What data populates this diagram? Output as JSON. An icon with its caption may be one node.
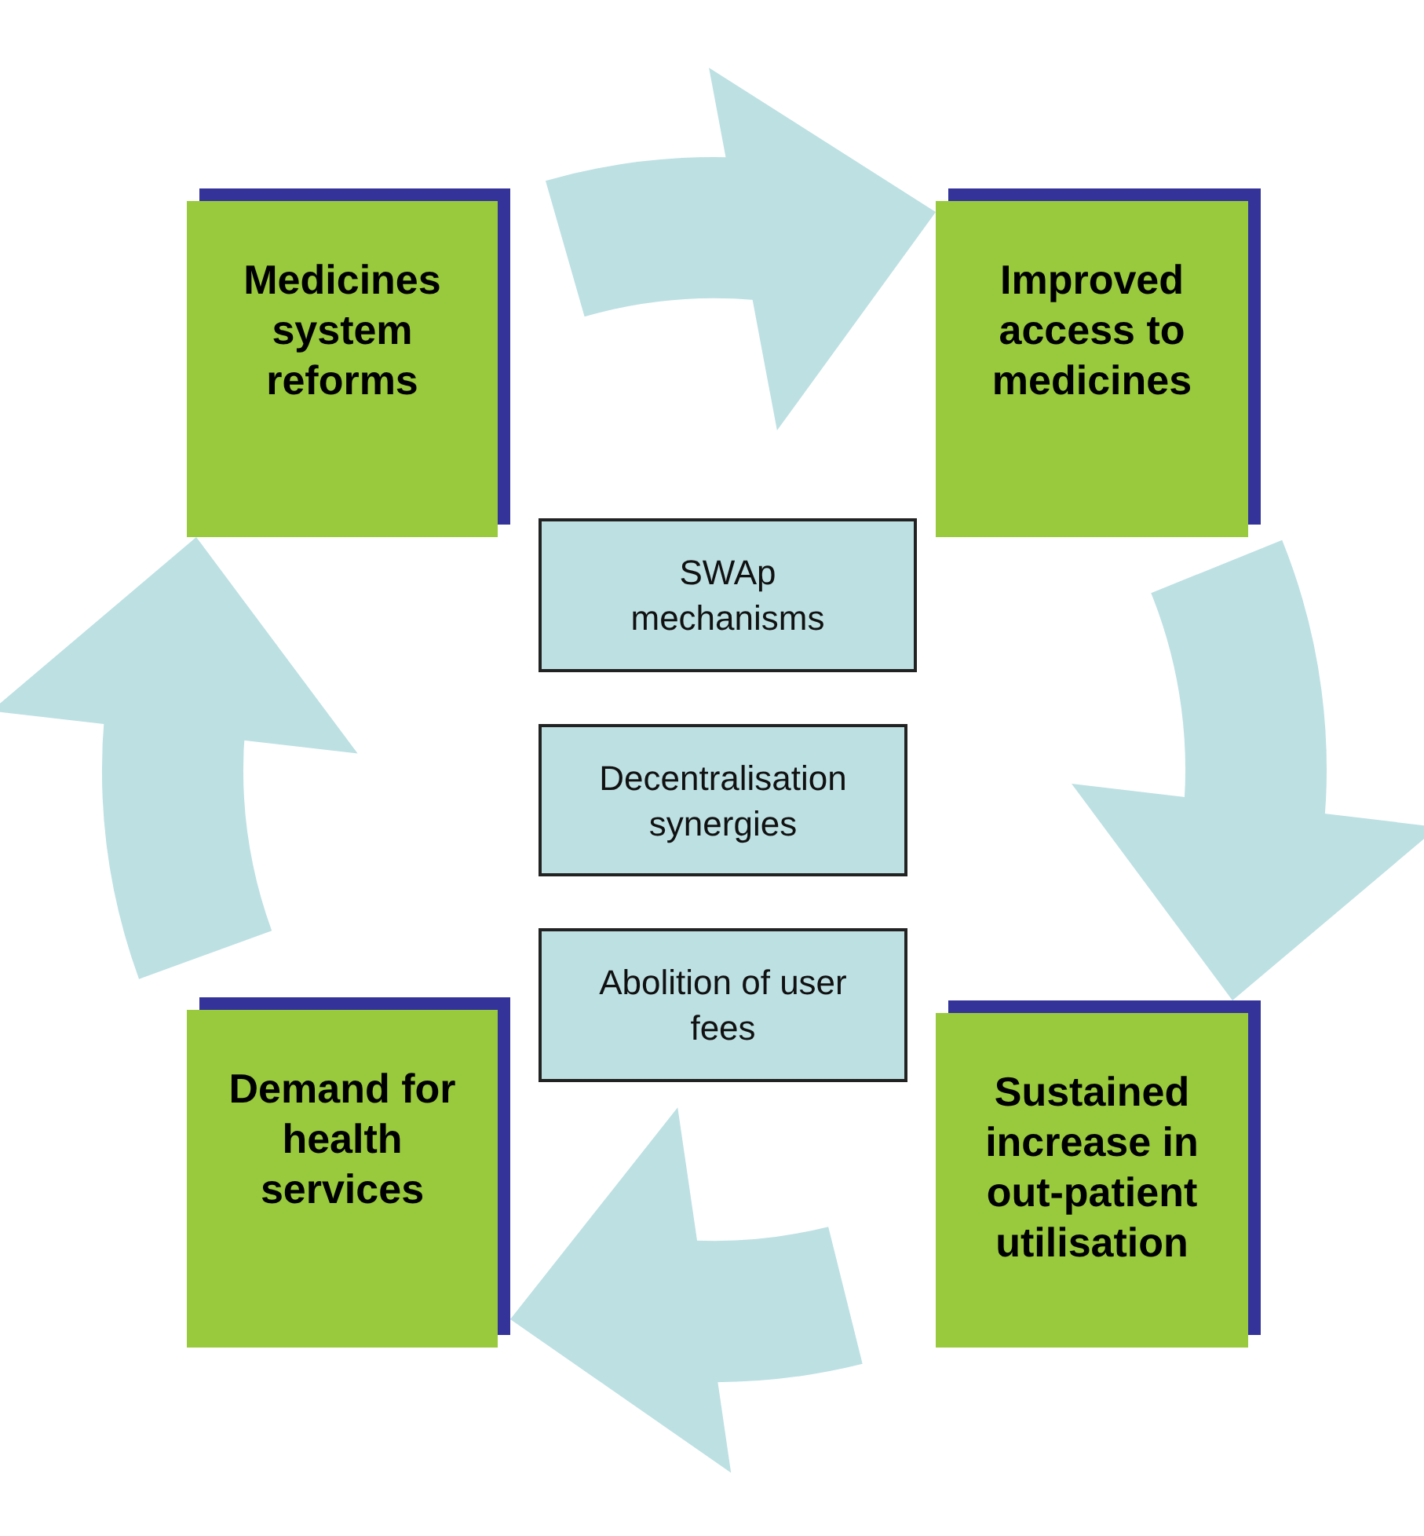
{
  "diagram": {
    "nodes": [
      {
        "text": [
          "Medicines system reforms"
        ]
      },
      {
        "text": [
          "Improved access to medicines"
        ]
      },
      {
        "text": [
          "SWAp mechanisms"
        ]
      },
      {
        "text": [
          "Decentralisation synergies"
        ]
      },
      {
        "text": [
          "Abolition of user fees"
        ]
      },
      {
        "text": [
          "Demand for health services"
        ]
      },
      {
        "text": [
          "Sustained increase in out-patient utilisation"
        ]
      }
    ],
    "edges": [
      {
        "from": 0,
        "to": 1,
        "arrow": "to"
      },
      {
        "from": 1,
        "to": 6,
        "arrow": "to"
      },
      {
        "from": 6,
        "to": 5,
        "arrow": "to"
      },
      {
        "from": 5,
        "to": 0,
        "arrow": "to"
      }
    ]
  }
}
